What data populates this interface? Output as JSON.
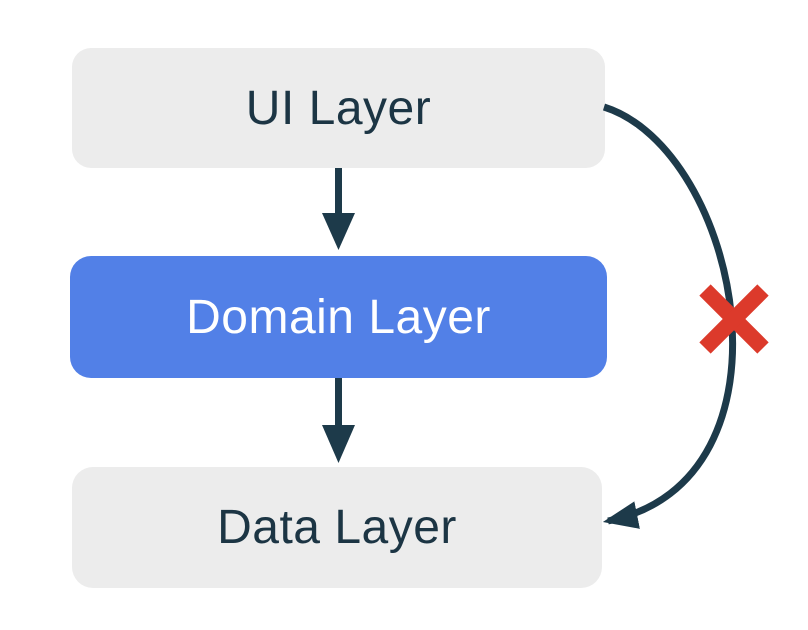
{
  "diagram": {
    "type": "layered-architecture",
    "nodes": [
      {
        "id": "ui",
        "label": "UI Layer",
        "fill": "#ECECEC",
        "text_color": "#1C3544"
      },
      {
        "id": "domain",
        "label": "Domain Layer",
        "fill": "#5280E7",
        "text_color": "#FFFFFF"
      },
      {
        "id": "data",
        "label": "Data Layer",
        "fill": "#ECECEC",
        "text_color": "#1C3544"
      }
    ],
    "edges": [
      {
        "from": "UI Layer",
        "to": "Domain Layer",
        "style": "straight-arrow-down",
        "allowed": true
      },
      {
        "from": "Domain Layer",
        "to": "Data Layer",
        "style": "straight-arrow-down",
        "allowed": true
      },
      {
        "from": "UI Layer",
        "to": "Data Layer",
        "style": "curved-arrow-right",
        "allowed": false,
        "icon": "forbidden-x-icon"
      }
    ],
    "colors": {
      "background": "#FFFFFF",
      "arrow": "#1D3A4A",
      "forbidden_x": "#DC3A2B",
      "node_gray": "#ECECEC",
      "node_blue": "#5280E7"
    }
  }
}
